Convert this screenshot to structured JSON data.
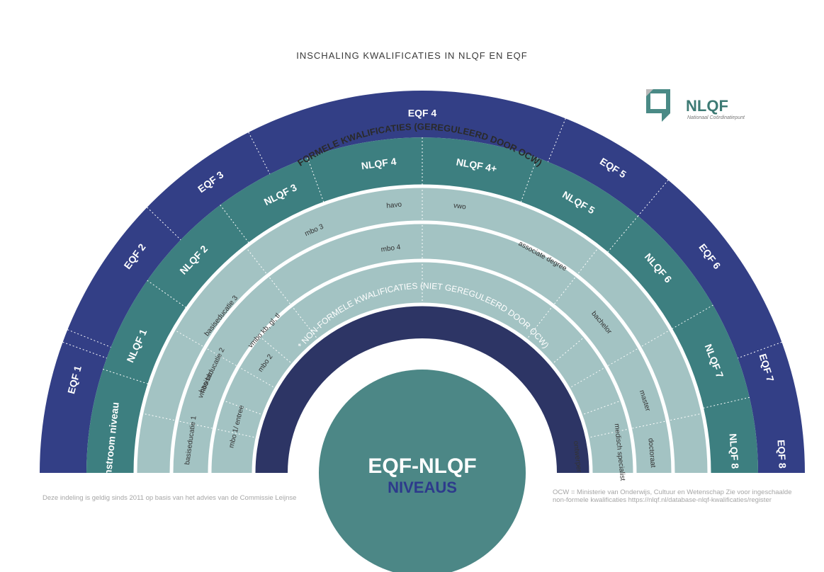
{
  "title": "INSCHALING KWALIFICATIES IN NLQF EN EQF",
  "logo": {
    "name": "NLQF",
    "subtitle": "Nationaal Coördinatiepunt"
  },
  "colors": {
    "eqf_band": "#333f86",
    "nlqf_band": "#3d7f80",
    "formal_band": "#a3c3c3",
    "nonformal_band": "#2d3565",
    "center": "#4c8786"
  },
  "eqf_levels": [
    "EQF 1",
    "EQF 2",
    "EQF 3",
    "EQF 4",
    "EQF 5",
    "EQF 6",
    "EQF 7",
    "EQF 8"
  ],
  "nlqf_levels": [
    "Instroom niveau",
    "NLQF 1",
    "NLQF 2",
    "NLQF 3",
    "NLQF 4",
    "NLQF 4+",
    "NLQF 5",
    "NLQF 6",
    "NLQF 7",
    "NLQF 8"
  ],
  "formal_heading": "FORMELE KWALIFICATIES (GEREGULEERD DOOR OCW)",
  "formal_qualifications": [
    "basiseducatie 1",
    "basiseducatie 2",
    "basiseducatie 3",
    "vmbo bb",
    "vmbo kb, gl, tl",
    "mbo 1/ entree",
    "mbo 2",
    "mbo 3",
    "mbo 4",
    "havo",
    "vwo",
    "associate degree",
    "bachelor",
    "master",
    "doctoraat",
    "medisch specialist",
    "ontwerper"
  ],
  "nonformal_heading": "* NON-FORMELE KWALIFICATIES (NIET GEREGULEERD DOOR OCW)",
  "center": {
    "line1": "EQF-NLQF",
    "line2": "NIVEAUS"
  },
  "note_left": "Deze indeling is geldig sinds 2011 op basis van het advies van de Commissie Leijnse",
  "note_right": "OCW = Ministerie van Onderwijs, Cultuur en Wetenschap Zie voor ingeschaalde non-formele kwalificaties https://nlqf.nl/database-nlqf-kwalificaties/register"
}
